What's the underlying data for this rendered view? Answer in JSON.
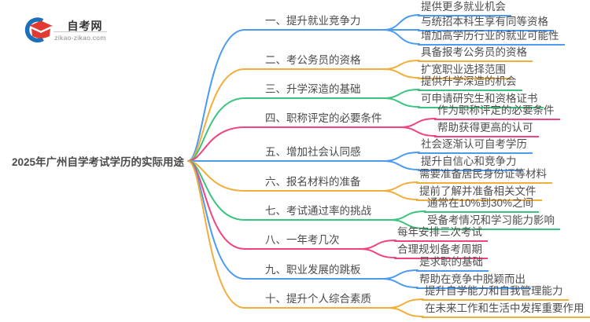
{
  "logo": {
    "name": "自考网",
    "domain": "zikao-zikao.com",
    "icon": "graduation-cap-icon",
    "cap_color": "#E23A33",
    "swoosh_color": "#1C6FB8"
  },
  "root": {
    "title": "2025年广州自学考试学历的实际用途"
  },
  "colors": {
    "blue": "#4B9BF0",
    "orange": "#F2AE3C",
    "green": "#3BC47E",
    "pink": "#F0437F",
    "text": "#4E4E4E"
  },
  "branches": [
    {
      "label": "一、提升就业竞争力",
      "color": "blue",
      "children": [
        "提供更多就业机会",
        "与统招本科生享有同等资格",
        "增加高学历行业的就业可能性"
      ]
    },
    {
      "label": "二、考公务员的资格",
      "color": "orange",
      "children": [
        "具备报考公务员的资格",
        "扩宽职业选择范围"
      ]
    },
    {
      "label": "三、升学深造的基础",
      "color": "green",
      "children": [
        "提供升学深造的机会",
        "可申请研究生和资格证书"
      ]
    },
    {
      "label": "四、职称评定的必要条件",
      "color": "pink",
      "children": [
        "作为职称评定的必要条件",
        "帮助获得更高的认可"
      ]
    },
    {
      "label": "五、增加社会认同感",
      "color": "blue",
      "children": [
        "社会逐渐认可自考学历",
        "提升自信心和竞争力"
      ]
    },
    {
      "label": "六、报名材料的准备",
      "color": "orange",
      "children": [
        "需要准备居民身份证等材料",
        "提前了解并准备相关文件"
      ]
    },
    {
      "label": "七、考试通过率的挑战",
      "color": "green",
      "children": [
        "通常在10%到30%之间",
        "受备考情况和学习能力影响"
      ]
    },
    {
      "label": "八、一年考几次",
      "color": "pink",
      "children": [
        "每年安排三次考试",
        "合理规划备考周期"
      ]
    },
    {
      "label": "九、职业发展的跳板",
      "color": "blue",
      "children": [
        "是求职的基础",
        "帮助在竞争中脱颖而出"
      ]
    },
    {
      "label": "十、提升个人综合素质",
      "color": "orange",
      "children": [
        "提升自学能力和自我管理能力",
        "在未来工作和生活中发挥重要作用"
      ]
    }
  ]
}
